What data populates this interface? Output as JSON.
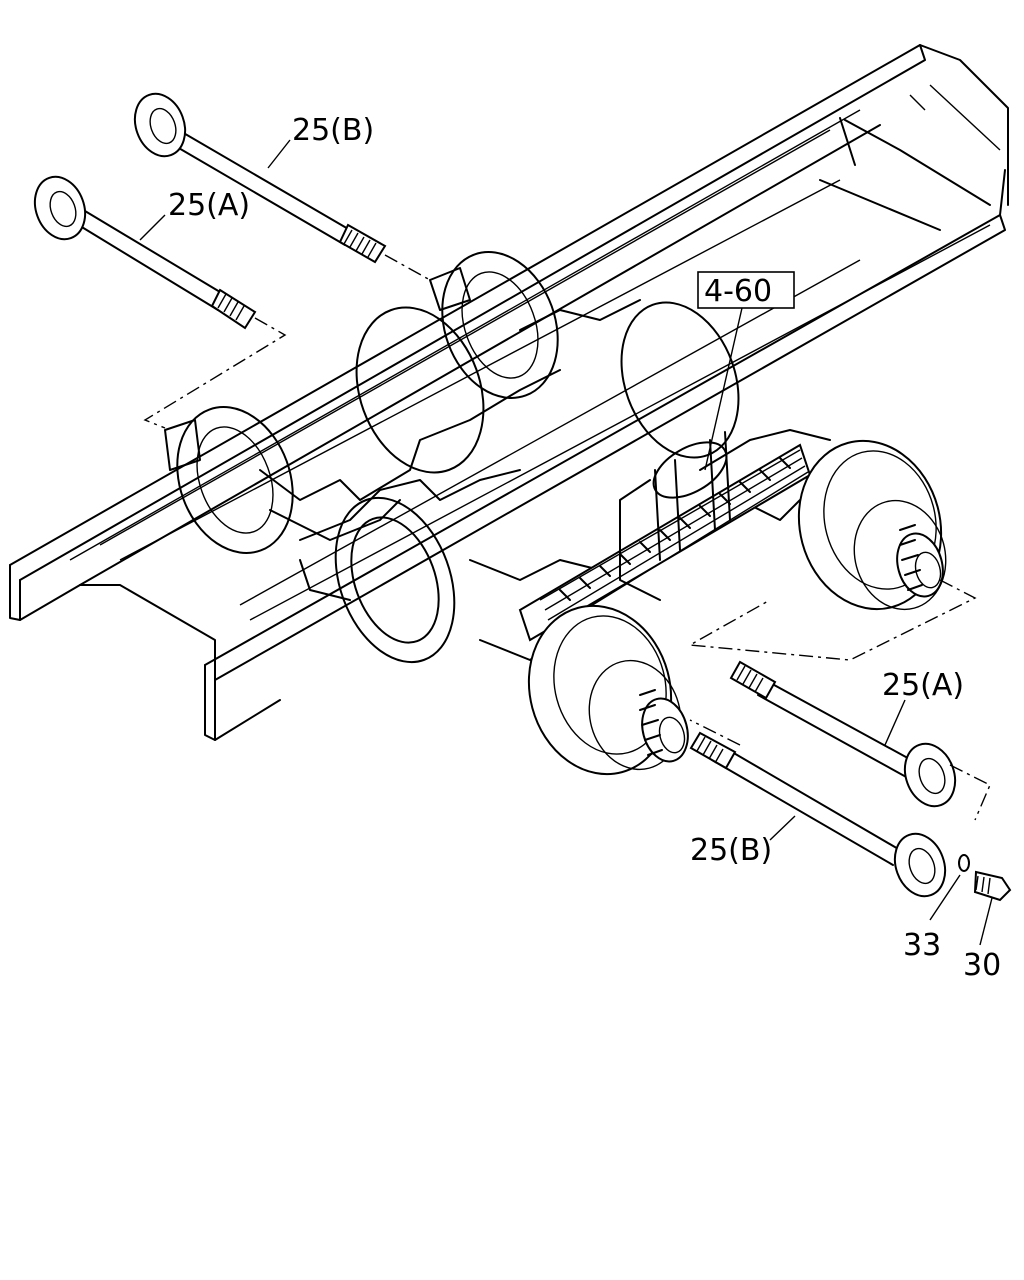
{
  "labels": {
    "shaft_b_top": "25(B)",
    "shaft_a_top": "25(A)",
    "assembly_ref": "4-60",
    "shaft_a_bottom": "25(A)",
    "shaft_b_bottom": "25(B)",
    "washer": "33",
    "bolt": "30"
  }
}
